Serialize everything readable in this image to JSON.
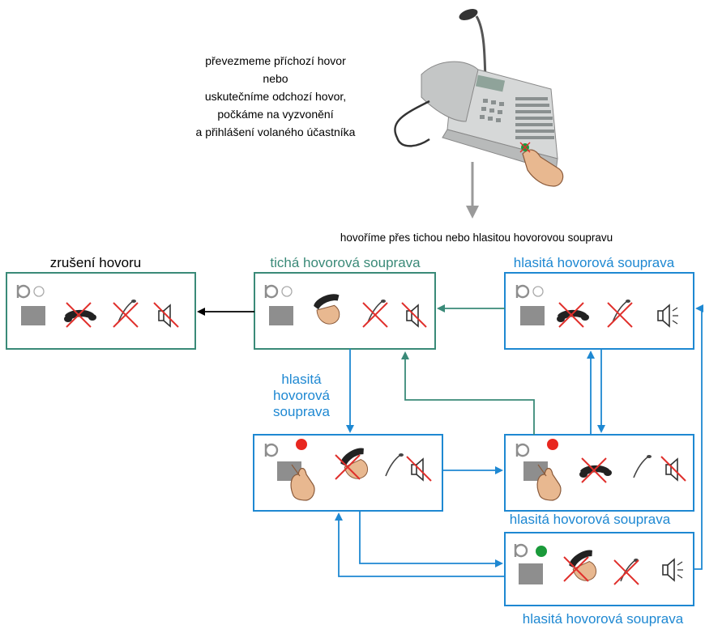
{
  "intro_lines": [
    "převezmeme příchozí hovor",
    "nebo",
    "uskutečníme odchozí hovor,",
    "počkáme na vyzvonění",
    "a přihlášení volaného účastníka"
  ],
  "main_caption": "hovoříme přes tichou nebo hlasitou hovorovou soupravu",
  "labels": {
    "cancel": "zrušení hovoru",
    "quiet": "tichá hovorová souprava",
    "loud_top": "hlasitá hovorová souprava",
    "loud_side_1": "hlasitá",
    "loud_side_2": "hovorová",
    "loud_side_3": "souprava",
    "loud_mid": "hlasitá hovorová souprava",
    "loud_bottom": "hlasitá hovorová souprava"
  },
  "colors": {
    "teal": "#3a8a78",
    "blue": "#1e88d2",
    "black": "#000000",
    "gray_arrow": "#9a9a9a",
    "cross": "#e0302c",
    "led_red": "#e8271f",
    "led_green": "#1a9a3a",
    "key_gray": "#8e8e8e"
  },
  "icons": [
    "desk-phone-image",
    "key-led-icon",
    "handset-icon",
    "microphone-icon",
    "speaker-icon",
    "hand-press-icon"
  ]
}
